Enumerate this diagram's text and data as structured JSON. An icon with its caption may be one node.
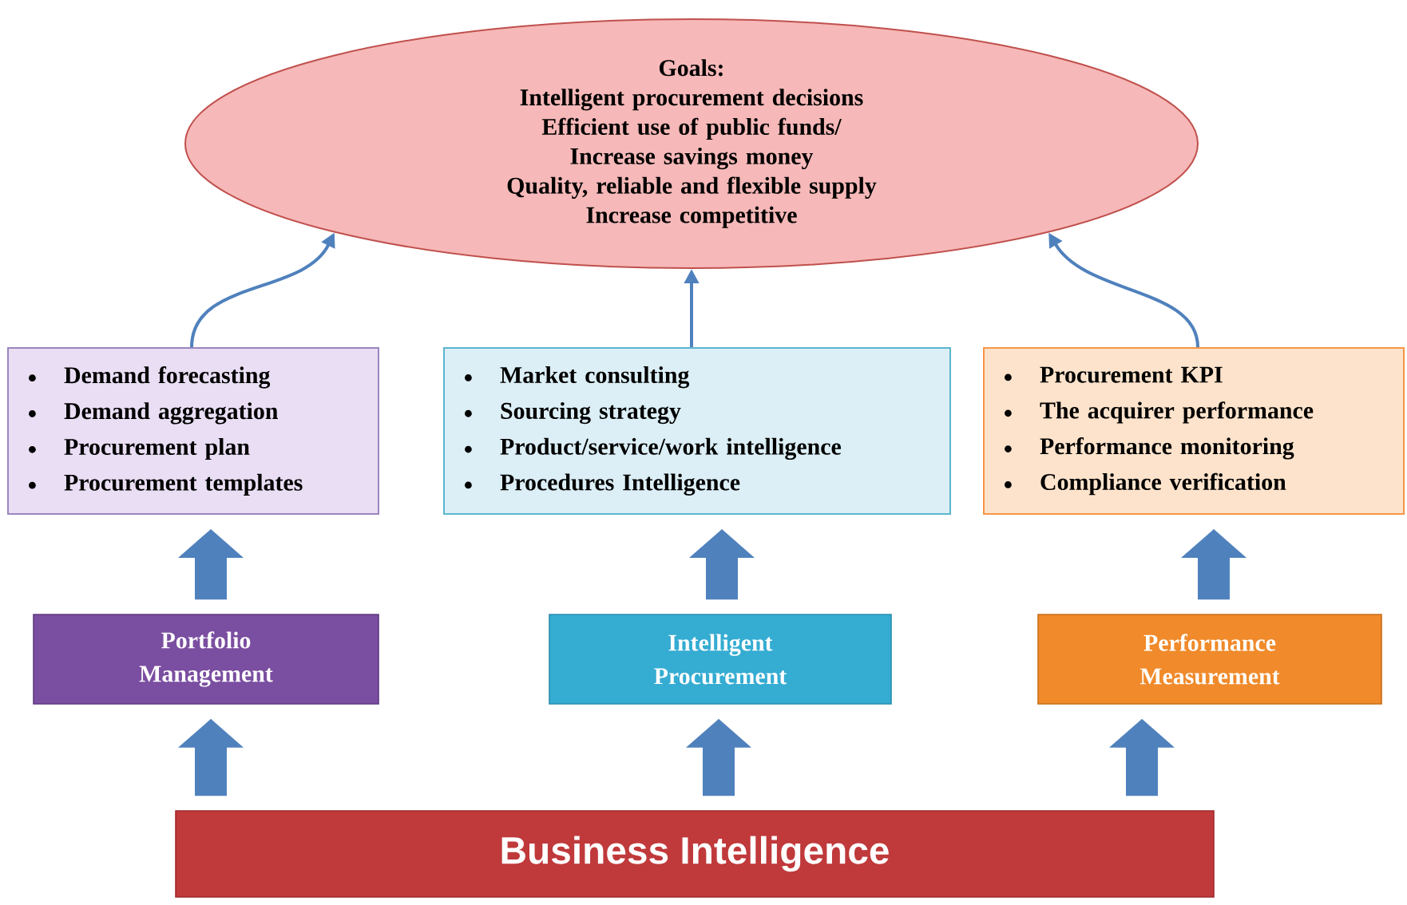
{
  "diagram": {
    "nodes": [
      {
        "text": [
          "Goals:",
          "Intelligent procurement decisions",
          "Efficient use of public funds/ Increase savings money",
          "Quality, reliable and flexible supply",
          "Increase competitive"
        ]
      },
      {
        "text": [
          "Demand forecasting",
          "Demand aggregation",
          "Procurement plan",
          "Procurement templates"
        ]
      },
      {
        "text": [
          "Market consulting",
          "Sourcing strategy",
          "Product/service/work intelligence",
          "Procedures Intelligence"
        ]
      },
      {
        "text": [
          "Procurement KPI",
          "The acquirer performance",
          "Performance monitoring",
          "Compliance verification"
        ]
      },
      {
        "text": [
          "Portfolio Management"
        ]
      },
      {
        "text": [
          "Intelligent Procurement"
        ]
      },
      {
        "text": [
          "Performance Measurement"
        ]
      },
      {
        "text": [
          "Business Intelligence"
        ]
      }
    ],
    "edges": [
      {
        "from": 1,
        "to": 0,
        "arrow": "to"
      },
      {
        "from": 2,
        "to": 0,
        "arrow": "to"
      },
      {
        "from": 3,
        "to": 0,
        "arrow": "to"
      },
      {
        "from": 4,
        "to": 1,
        "arrow": "to"
      },
      {
        "from": 5,
        "to": 2,
        "arrow": "to"
      },
      {
        "from": 6,
        "to": 3,
        "arrow": "to"
      },
      {
        "from": 7,
        "to": 4,
        "arrow": "to"
      },
      {
        "from": 7,
        "to": 5,
        "arrow": "to"
      },
      {
        "from": 7,
        "to": 6,
        "arrow": "to"
      }
    ]
  }
}
